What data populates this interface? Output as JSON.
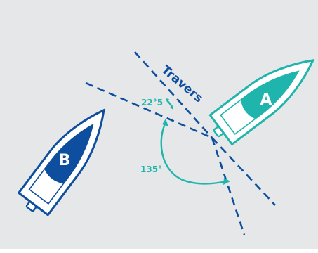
{
  "diagram": {
    "labels": {
      "travers": "Travers",
      "angle_small": "22°5",
      "angle_large": "135°"
    },
    "boats": [
      {
        "label": "A",
        "color": "#1fb5ac"
      },
      {
        "label": "B",
        "color": "#0d4f9e"
      }
    ],
    "colors": {
      "background": "#e6e7e9",
      "line": "#0d4f9e",
      "arc": "#1fb5ac",
      "boat_outline_a": "#1fb5ac",
      "boat_outline_b": "#0d4f9e",
      "hull_fill": "#ffffff",
      "label_text": "#ffffff"
    }
  }
}
